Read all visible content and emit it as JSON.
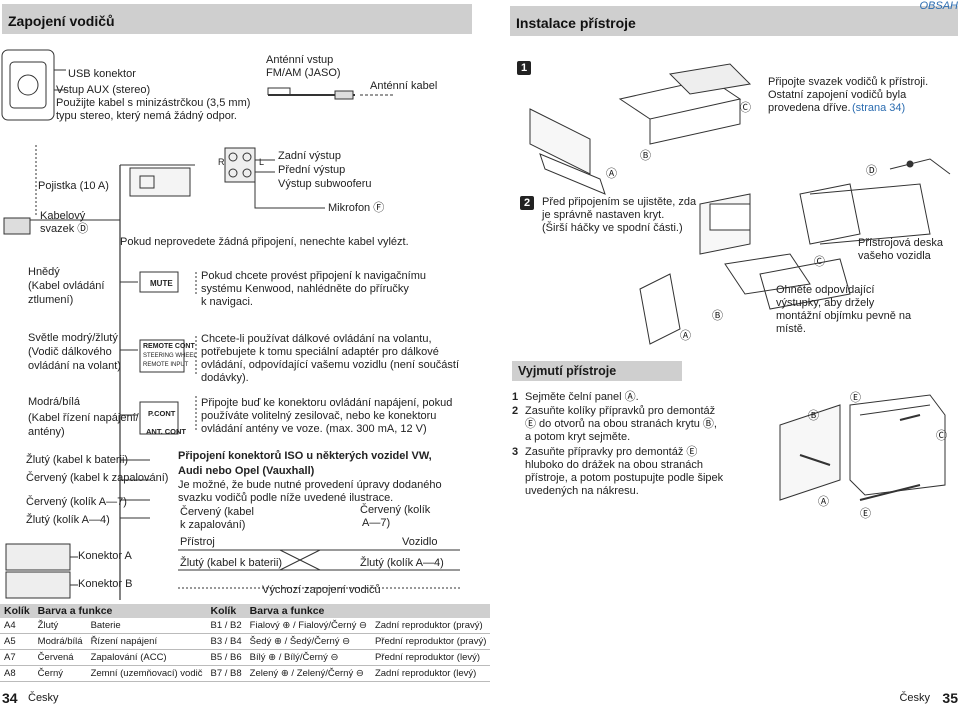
{
  "left_header": "Zapojení vodičů",
  "right_header": "Instalace přístroje",
  "obsah": "OBSAH",
  "wiring": {
    "usb_connector": "USB konektor",
    "aux_line1": "Vstup AUX (stereo)",
    "aux_line2": "Použijte kabel s minizástrčkou (3,5 mm)",
    "aux_line3": "typu stereo, který nemá žádný odpor.",
    "antenna_input_1": "Anténní vstup",
    "antenna_input_2": "FM/AM (JASO)",
    "antenna_cable": "Anténní kabel",
    "rear_out": "Zadní výstup",
    "front_out": "Přední výstup",
    "sub_out": "Výstup subwooferu",
    "rca_r": "R",
    "rca_l": "L",
    "fuse": "Pojistka (10 A)",
    "mic": "Mikrofon Ⓕ",
    "harness_1": "Kabelový",
    "harness_2": "svazek Ⓓ",
    "no_connection_note": "Pokud neprovedete žádná připojení, nenechte kabel vylézt.",
    "brown_1": "Hnědý",
    "brown_2": "(Kabel ovládání",
    "brown_3": "ztlumení)",
    "mute_tag": "MUTE",
    "nav_note_1": "Pokud chcete provést připojení k navigačnímu",
    "nav_note_2": "systému Kenwood, nahlédněte do příručky",
    "nav_note_3": "k navigaci.",
    "lb_1": "Světle modrý/žlutý",
    "lb_2": "(Vodič dálkového",
    "lb_3": "ovládání na volant)",
    "remote_tag_1": "REMOTE CONT",
    "remote_tag_2": "STEERING WHEEL",
    "remote_tag_3": "REMOTE INPUT",
    "steer_note_1": "Chcete-li používat dálkové ovládání na volantu,",
    "steer_note_2": "potřebujete k tomu speciální adaptér pro dálkové",
    "steer_note_3": "ovládání, odpovídající vašemu vozidlu (není součástí",
    "steer_note_4": "dodávky).",
    "bw_1": "Modrá/bílá",
    "bw_2": "(Kabel řízení napájení/",
    "bw_3": "antény)",
    "pcont_tag": "P.CONT",
    "antcont_tag": "ANT. CONT",
    "pcont_note_1": "Připojte buď ke konektoru ovládání napájení, pokud",
    "pcont_note_2": "používáte volitelný zesilovač, nebo ke konektoru",
    "pcont_note_3": "ovládání antény ve voze. (max. 300 mA, 12 V)",
    "yellow_batt": "Žlutý (kabel k baterii)",
    "red_ign": "Červený (kabel k zapalování)",
    "red_pin": "Červený (kolík A—7)",
    "yellow_pin": "Žlutý (kolík A—4)",
    "conn_a": "Konektor A",
    "conn_b": "Konektor B",
    "iso_title_1": "Připojení konektorů ISO u některých vozidel VW,",
    "iso_title_2": "Audi nebo Opel (Vauxhall)",
    "iso_body_1": "Je možné, že bude nutné provedení úpravy dodaného",
    "iso_body_2": "svazku vodičů podle níže uvedené ilustrace.",
    "iso_red_cable_1": "Červený (kabel",
    "iso_red_cable_2": "k zapalování)",
    "iso_red_pin_1": "Červený (kolík",
    "iso_red_pin_2": "A—7)",
    "iso_device": "Přístroj",
    "iso_vehicle": "Vozidlo",
    "iso_yellow_cable": "Žlutý (kabel k baterii)",
    "iso_yellow_pin": "Žlutý (kolík A—4)",
    "iso_default": "Výchozí zapojení vodičů"
  },
  "pin_table": {
    "headers": [
      "Kolík",
      "Barva a funkce",
      "",
      "Kolík",
      "Barva a funkce",
      ""
    ],
    "rows": [
      [
        "A4",
        "Žlutý",
        "Baterie",
        "B1 / B2",
        "Fialový ⊕ / Fialový/Černý ⊖",
        "Zadní reproduktor (pravý)"
      ],
      [
        "A5",
        "Modrá/bílá",
        "Řízení napájení",
        "B3 / B4",
        "Šedý ⊕ / Šedý/Černý ⊖",
        "Přední reproduktor (pravý)"
      ],
      [
        "A7",
        "Červená",
        "Zapalování (ACC)",
        "B5 / B6",
        "Bílý ⊕ / Bílý/Černý ⊖",
        "Přední reproduktor (levý)"
      ],
      [
        "A8",
        "Černý",
        "Zemní (uzemňovací) vodič",
        "B7 / B8",
        "Zelený ⊕ / Zelený/Černý ⊖",
        "Zadní reproduktor (levý)"
      ]
    ]
  },
  "install": {
    "step1_num": "1",
    "step1_text_1": "Připojte svazek vodičů k přístroji.",
    "step1_text_2": "Ostatní zapojení vodičů byla",
    "step1_text_3": "provedena dříve.",
    "step1_link": "(strana 34)",
    "step2_num": "2",
    "step2_text_1": "Před připojením se ujistěte, zda",
    "step2_text_2": "je správně nastaven kryt.",
    "step2_text_3": "(Širší háčky ve spodní části.)",
    "dash_board_1": "Přístrojová deska",
    "dash_board_2": "vašeho vozidla",
    "bend_1": "Ohněte odpovídající",
    "bend_2": "výstupky, aby držely",
    "bend_3": "montážní objímku pevně na",
    "bend_4": "místě.",
    "label_a": "Ⓐ",
    "label_b": "Ⓑ",
    "label_c": "Ⓒ",
    "label_d": "Ⓓ",
    "label_e": "Ⓔ"
  },
  "removal": {
    "title": "Vyjmutí přístroje",
    "s1_num": "1",
    "s1": "Sejměte čelní panel Ⓐ.",
    "s2_num": "2",
    "s2_1": "Zasuňte kolíky přípravků pro demontáž",
    "s2_2": "Ⓔ do otvorů na obou stranách krytu Ⓑ,",
    "s2_3": "a potom kryt sejměte.",
    "s3_num": "3",
    "s3_1": "Zasuňte přípravky pro demontáž Ⓔ",
    "s3_2": "hluboko do drážek na obou stranách",
    "s3_3": "přístroje, a potom postupujte podle šipek",
    "s3_4": "uvedených na nákresu."
  },
  "footer": {
    "left_page": "34",
    "left_lang": "Česky",
    "right_page": "35",
    "right_lang": "Česky"
  }
}
